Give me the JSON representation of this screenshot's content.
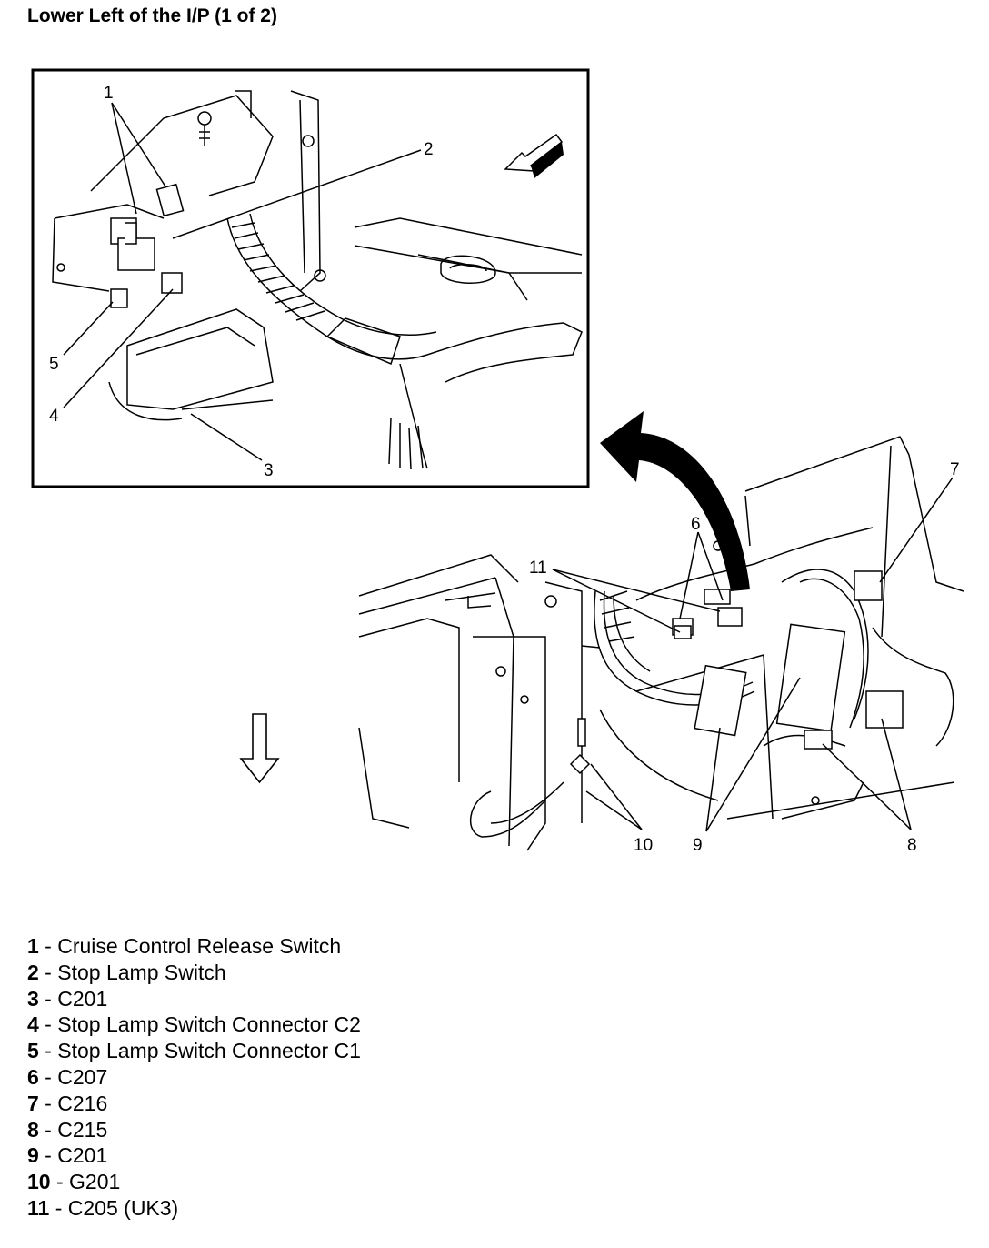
{
  "title": "Lower Left of the I/P (1 of 2)",
  "callouts": {
    "c1": "1",
    "c2": "2",
    "c3": "3",
    "c4": "4",
    "c5": "5",
    "c6": "6",
    "c7": "7",
    "c8": "8",
    "c9": "9",
    "c10": "10",
    "c11": "11"
  },
  "legend": [
    {
      "num": "1",
      "sep": " - ",
      "label": "Cruise Control Release Switch"
    },
    {
      "num": "2",
      "sep": " - ",
      "label": "Stop Lamp Switch"
    },
    {
      "num": "3",
      "sep": " - ",
      "label": "C201"
    },
    {
      "num": "4",
      "sep": " - ",
      "label": "Stop Lamp Switch Connector C2"
    },
    {
      "num": "5",
      "sep": " - ",
      "label": "Stop Lamp Switch Connector C1"
    },
    {
      "num": "6",
      "sep": " - ",
      "label": "C207"
    },
    {
      "num": "7",
      "sep": " - ",
      "label": "C216"
    },
    {
      "num": "8",
      "sep": " - ",
      "label": "C215"
    },
    {
      "num": "9",
      "sep": " - ",
      "label": "C201"
    },
    {
      "num": "10",
      "sep": " - ",
      "label": "G201"
    },
    {
      "num": "11",
      "sep": " - ",
      "label": "C205 (UK3)"
    }
  ]
}
